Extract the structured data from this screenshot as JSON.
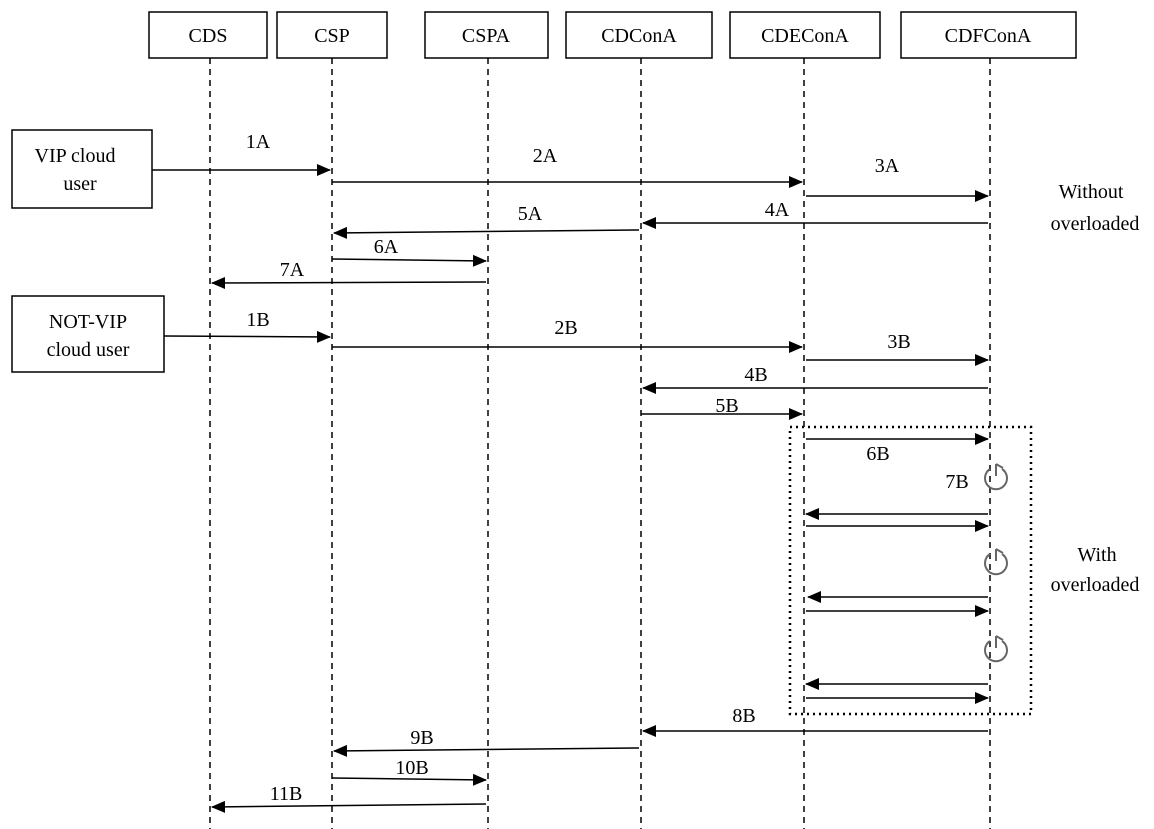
{
  "participants": [
    {
      "id": "cds",
      "name": "CDS"
    },
    {
      "id": "csp",
      "name": "CSP"
    },
    {
      "id": "cspa",
      "name": "CSPA"
    },
    {
      "id": "cdcona",
      "name": "CDConA"
    },
    {
      "id": "cdecona",
      "name": "CDEConA"
    },
    {
      "id": "cdfcona",
      "name": "CDFConA"
    }
  ],
  "actors": {
    "vip": {
      "line1": "VIP cloud",
      "line2": "user"
    },
    "notvip": {
      "line1": "NOT-VIP",
      "line2": "cloud user"
    }
  },
  "messages": {
    "m1A": "1A",
    "m2A": "2A",
    "m3A": "3A",
    "m4A": "4A",
    "m5A": "5A",
    "m6A": "6A",
    "m7A": "7A",
    "m1B": "1B",
    "m2B": "2B",
    "m3B": "3B",
    "m4B": "4B",
    "m5B": "5B",
    "m6B": "6B",
    "m7B": "7B",
    "m8B": "8B",
    "m9B": "9B",
    "m10B": "10B",
    "m11B": "11B"
  },
  "annotations": {
    "without": {
      "line1": "Without",
      "line2": "overloaded"
    },
    "with": {
      "line1": "With",
      "line2": "overloaded"
    }
  }
}
